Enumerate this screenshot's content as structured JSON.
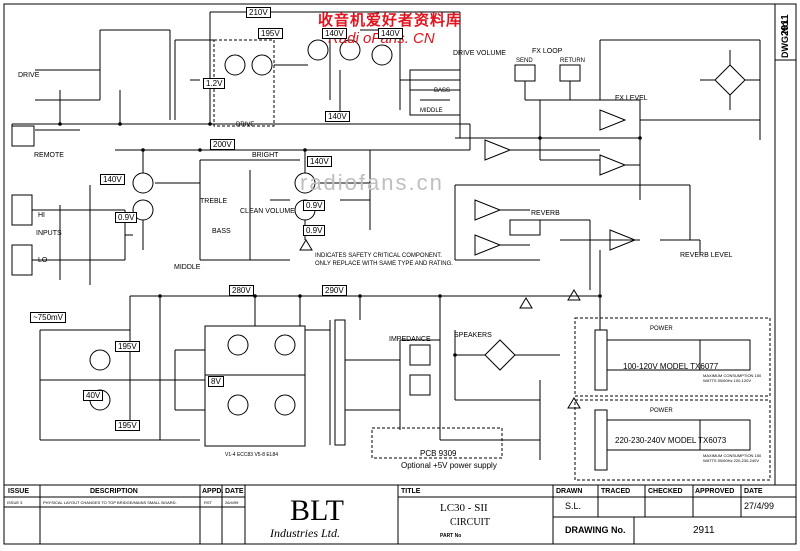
{
  "watermark": {
    "line1": "收音机爱好者资料库",
    "line2": "Radi oFans. CN",
    "line3": "radiofans.cn"
  },
  "side_block": {
    "dwg_no_label": "DWG.No.",
    "dwg_no_value": "2911"
  },
  "voltage_boxes": [
    "210V",
    "195V",
    "140V",
    "140V",
    "1.2V",
    "200V",
    "140V",
    "140V",
    "0.9V",
    "0.9V",
    "280V",
    "290V",
    "195V",
    "195V",
    "40V",
    "8V",
    "~750mV"
  ],
  "section_labels": {
    "drive": "DRIVE",
    "drive_volume": "DRIVE VOLUME",
    "remote": "REMOTE",
    "inputs": "INPUTS",
    "hi": "HI",
    "lo": "LO",
    "bright": "BRIGHT",
    "treble": "TREBLE",
    "bass": "BASS",
    "middle": "MIDDLE",
    "clean_volume": "CLEAN VOLUME",
    "fx_loop": "FX LOOP",
    "send": "SEND",
    "return": "RETURN",
    "fx_level": "FX LEVEL",
    "reverb": "REVERB",
    "reverb_level": "REVERB LEVEL",
    "speakers": "SPEAKERS",
    "impedance": "IMPEDANCE",
    "power": "POWER",
    "pcb": "PCB 9309",
    "optional_psu": "Optional +5V power supply",
    "model_1": "100-120V MODEL TX6077",
    "model_2": "220-230-240V MODEL TX6073",
    "safety_note_1": "INDICATES SAFETY CRITICAL COMPONENT.",
    "safety_note_2": "ONLY REPLACE WITH SAME TYPE AND RATING.",
    "mains_1": "MAXIMUM CONSUMPTION 150 WATTS 50/60Hz 100-120V",
    "mains_2": "MAXIMUM CONSUMPTION 150 WATTS 50/60Hz 220-230-240V",
    "valves": "V1-4 ECC83   V5-8 EL84"
  },
  "title_block": {
    "issue_header": "ISSUE",
    "description_header": "DESCRIPTION",
    "appd_header": "APPD.",
    "date_header": "DATE",
    "issue_no": "ISSUE 3",
    "issue_desc": "PHYSICAL LAYOUT CHANGES TO TOP BRIDGE/MAINS SMALL BOARD.",
    "issue_appd": "RST",
    "issue_date": "26/4/99",
    "company_main": "BLT",
    "company_sub": "Industries Ltd.",
    "title_header": "TITLE",
    "title_line1": "LC30  -  SII",
    "title_line2": "CIRCUIT",
    "part_no_label": "PART No",
    "drawn_header": "DRAWN",
    "drawn_value": "S.L.",
    "traced_header": "TRACED",
    "checked_header": "CHECKED",
    "approved_header": "APPROVED",
    "date2_header": "DATE",
    "date2_value": "27/4/99",
    "drawing_no_label": "DRAWING No.",
    "drawing_no_value": "2911"
  },
  "colors": {
    "watermark_red": "#e0141e",
    "watermark_grey": "#bfbfbf",
    "line": "#000000"
  }
}
